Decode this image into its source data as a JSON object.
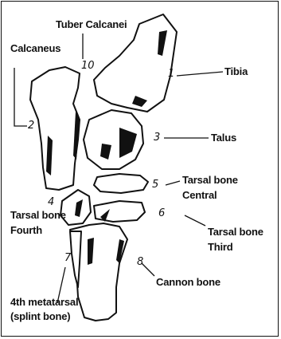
{
  "labels": {
    "tuber_calcanei": "Tuber Calcanei",
    "calcaneus": "Calcaneus",
    "tibia": "Tibia",
    "talus": "Talus",
    "tarsal_central_line1": "Tarsal bone",
    "tarsal_central_line2": "Central",
    "tarsal_fourth_line1": "Tarsal bone",
    "tarsal_fourth_line2": "Fourth",
    "tarsal_third_line1": "Tarsal bone",
    "tarsal_third_line2": "Third",
    "cannon_bone": "Cannon bone",
    "metatarsal_line1": "4th metatarsal",
    "metatarsal_line2": "(splint bone)"
  },
  "numbers": {
    "n1": "1",
    "n2": "2",
    "n3": "3",
    "n4": "4",
    "n5": "5",
    "n6": "6",
    "n7": "7",
    "n8": "8",
    "n10": "10"
  }
}
